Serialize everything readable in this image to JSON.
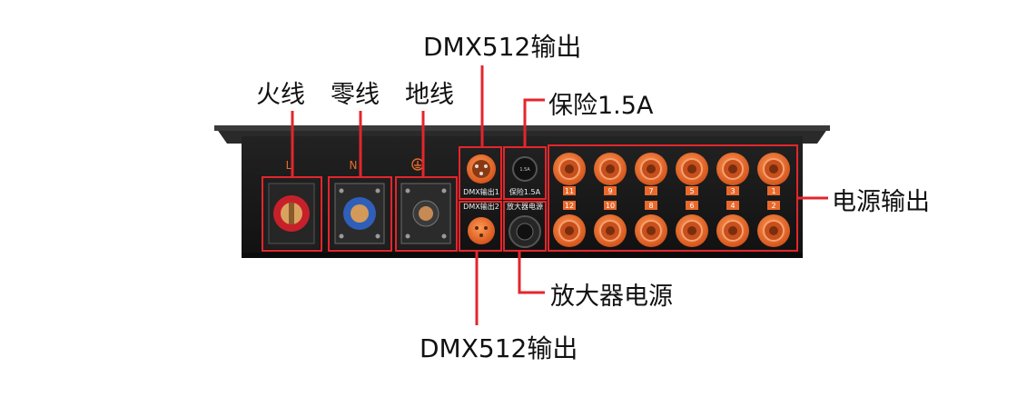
{
  "callouts": {
    "live": "火线",
    "neutral": "零线",
    "ground": "地线",
    "dmx_top": "DMX512输出",
    "fuse": "保险1.5A",
    "power_out": "电源输出",
    "amp_power": "放大器电源",
    "dmx_bottom": "DMX512输出"
  },
  "panel_labels": {
    "L": "L",
    "N": "N",
    "dmx1": "DMX输出1",
    "dmx2": "DMX输出2",
    "fuse": "保险1.5A",
    "amp": "放大器电源",
    "fuse_cap": "1.5A"
  },
  "outlet_numbers_top": [
    "11",
    "9",
    "7",
    "5",
    "3",
    "1"
  ],
  "outlet_numbers_bottom": [
    "12",
    "10",
    "8",
    "6",
    "4",
    "2"
  ],
  "colors": {
    "highlight": "#e3262b",
    "panel": "#1a1a1a",
    "connector_orange": "#e9692c",
    "live_red": "#c8202a",
    "neutral_blue": "#2f5fb8",
    "ground_copper": "#c78a55"
  },
  "icons": [
    "ground-symbol-icon"
  ]
}
